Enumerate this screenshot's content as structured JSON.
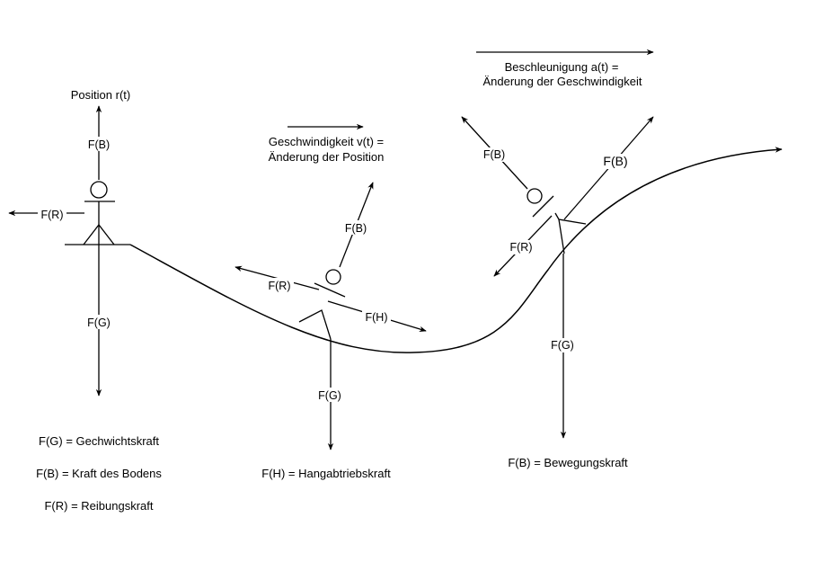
{
  "diagram": {
    "figure1": {
      "position": "Position r(t)",
      "fb": "F(B)",
      "fr": "F(R)",
      "fg": "F(G)"
    },
    "figure2": {
      "velocity_line1": "Geschwindigkeit v(t) =",
      "velocity_line2": "Änderung der Position",
      "fb": "F(B)",
      "fr": "F(R)",
      "fh": "F(H)",
      "fg": "F(G)"
    },
    "figure3": {
      "acceleration_line1": "Beschleunigung a(t) =",
      "acceleration_line2": "Änderung der Geschwindigkeit",
      "fb_left": "F(B)",
      "fb_right": "F(B)",
      "fr": "F(R)",
      "fg": "F(G)"
    },
    "legend": {
      "fg": "F(G) = Gechwichtskraft",
      "fb": "F(B) = Kraft des Bodens",
      "fr": "F(R) = Reibungskraft",
      "fh": "F(H) = Hangabtriebskraft",
      "fb2": "F(B) = Bewegungskraft"
    }
  }
}
